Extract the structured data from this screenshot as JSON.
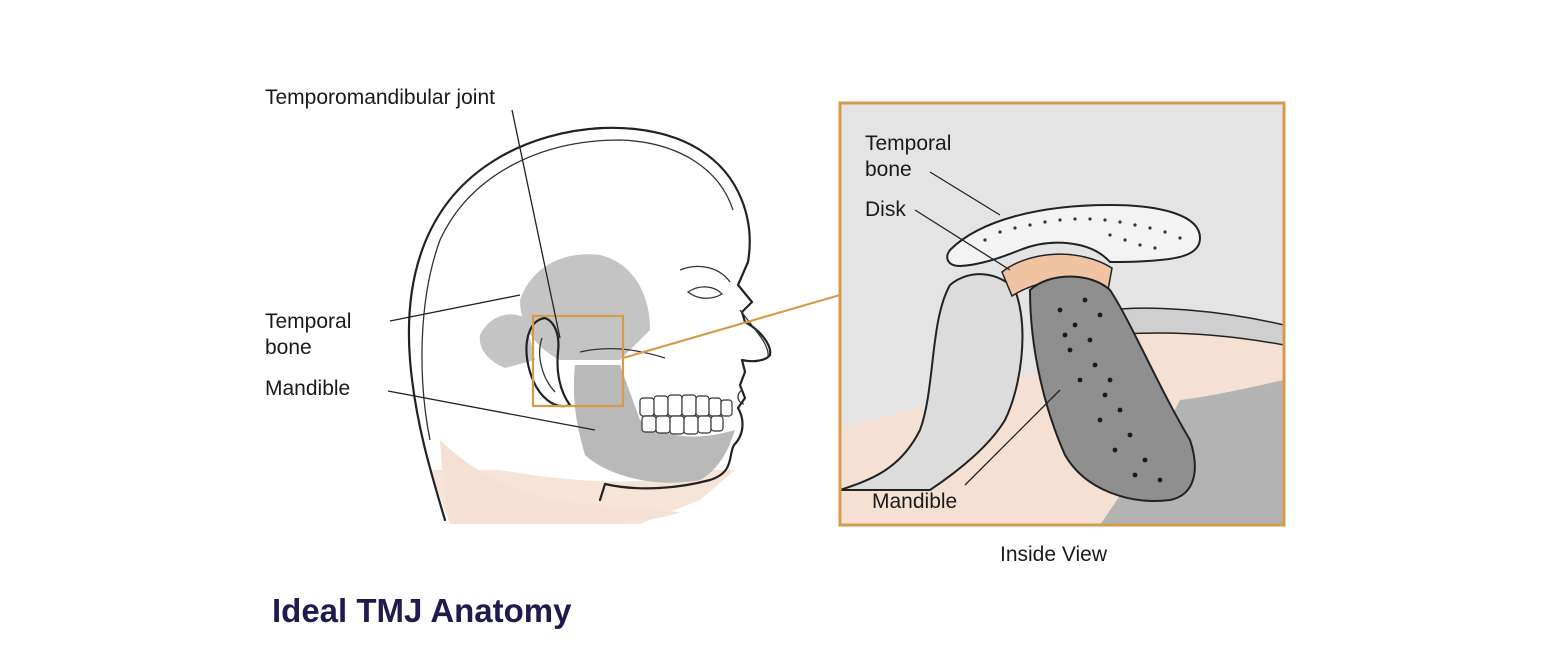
{
  "labels": {
    "tmj": "Temporomandibular joint",
    "temporal_line1": "Temporal",
    "temporal_line2": "bone",
    "mandible": "Mandible"
  },
  "inset": {
    "temporal_line1": "Temporal",
    "temporal_line2": "bone",
    "disk": "Disk",
    "mandible": "Mandible",
    "caption": "Inside View"
  },
  "title": "Ideal TMJ Anatomy",
  "colors": {
    "title": "#1f1b4d",
    "highlight": "#d79a4a",
    "bone_gray": "#b9b9b9",
    "skin": "#f5e1d4",
    "disk": "#f0c4a2",
    "inset_bg": "#e4e4e4"
  }
}
